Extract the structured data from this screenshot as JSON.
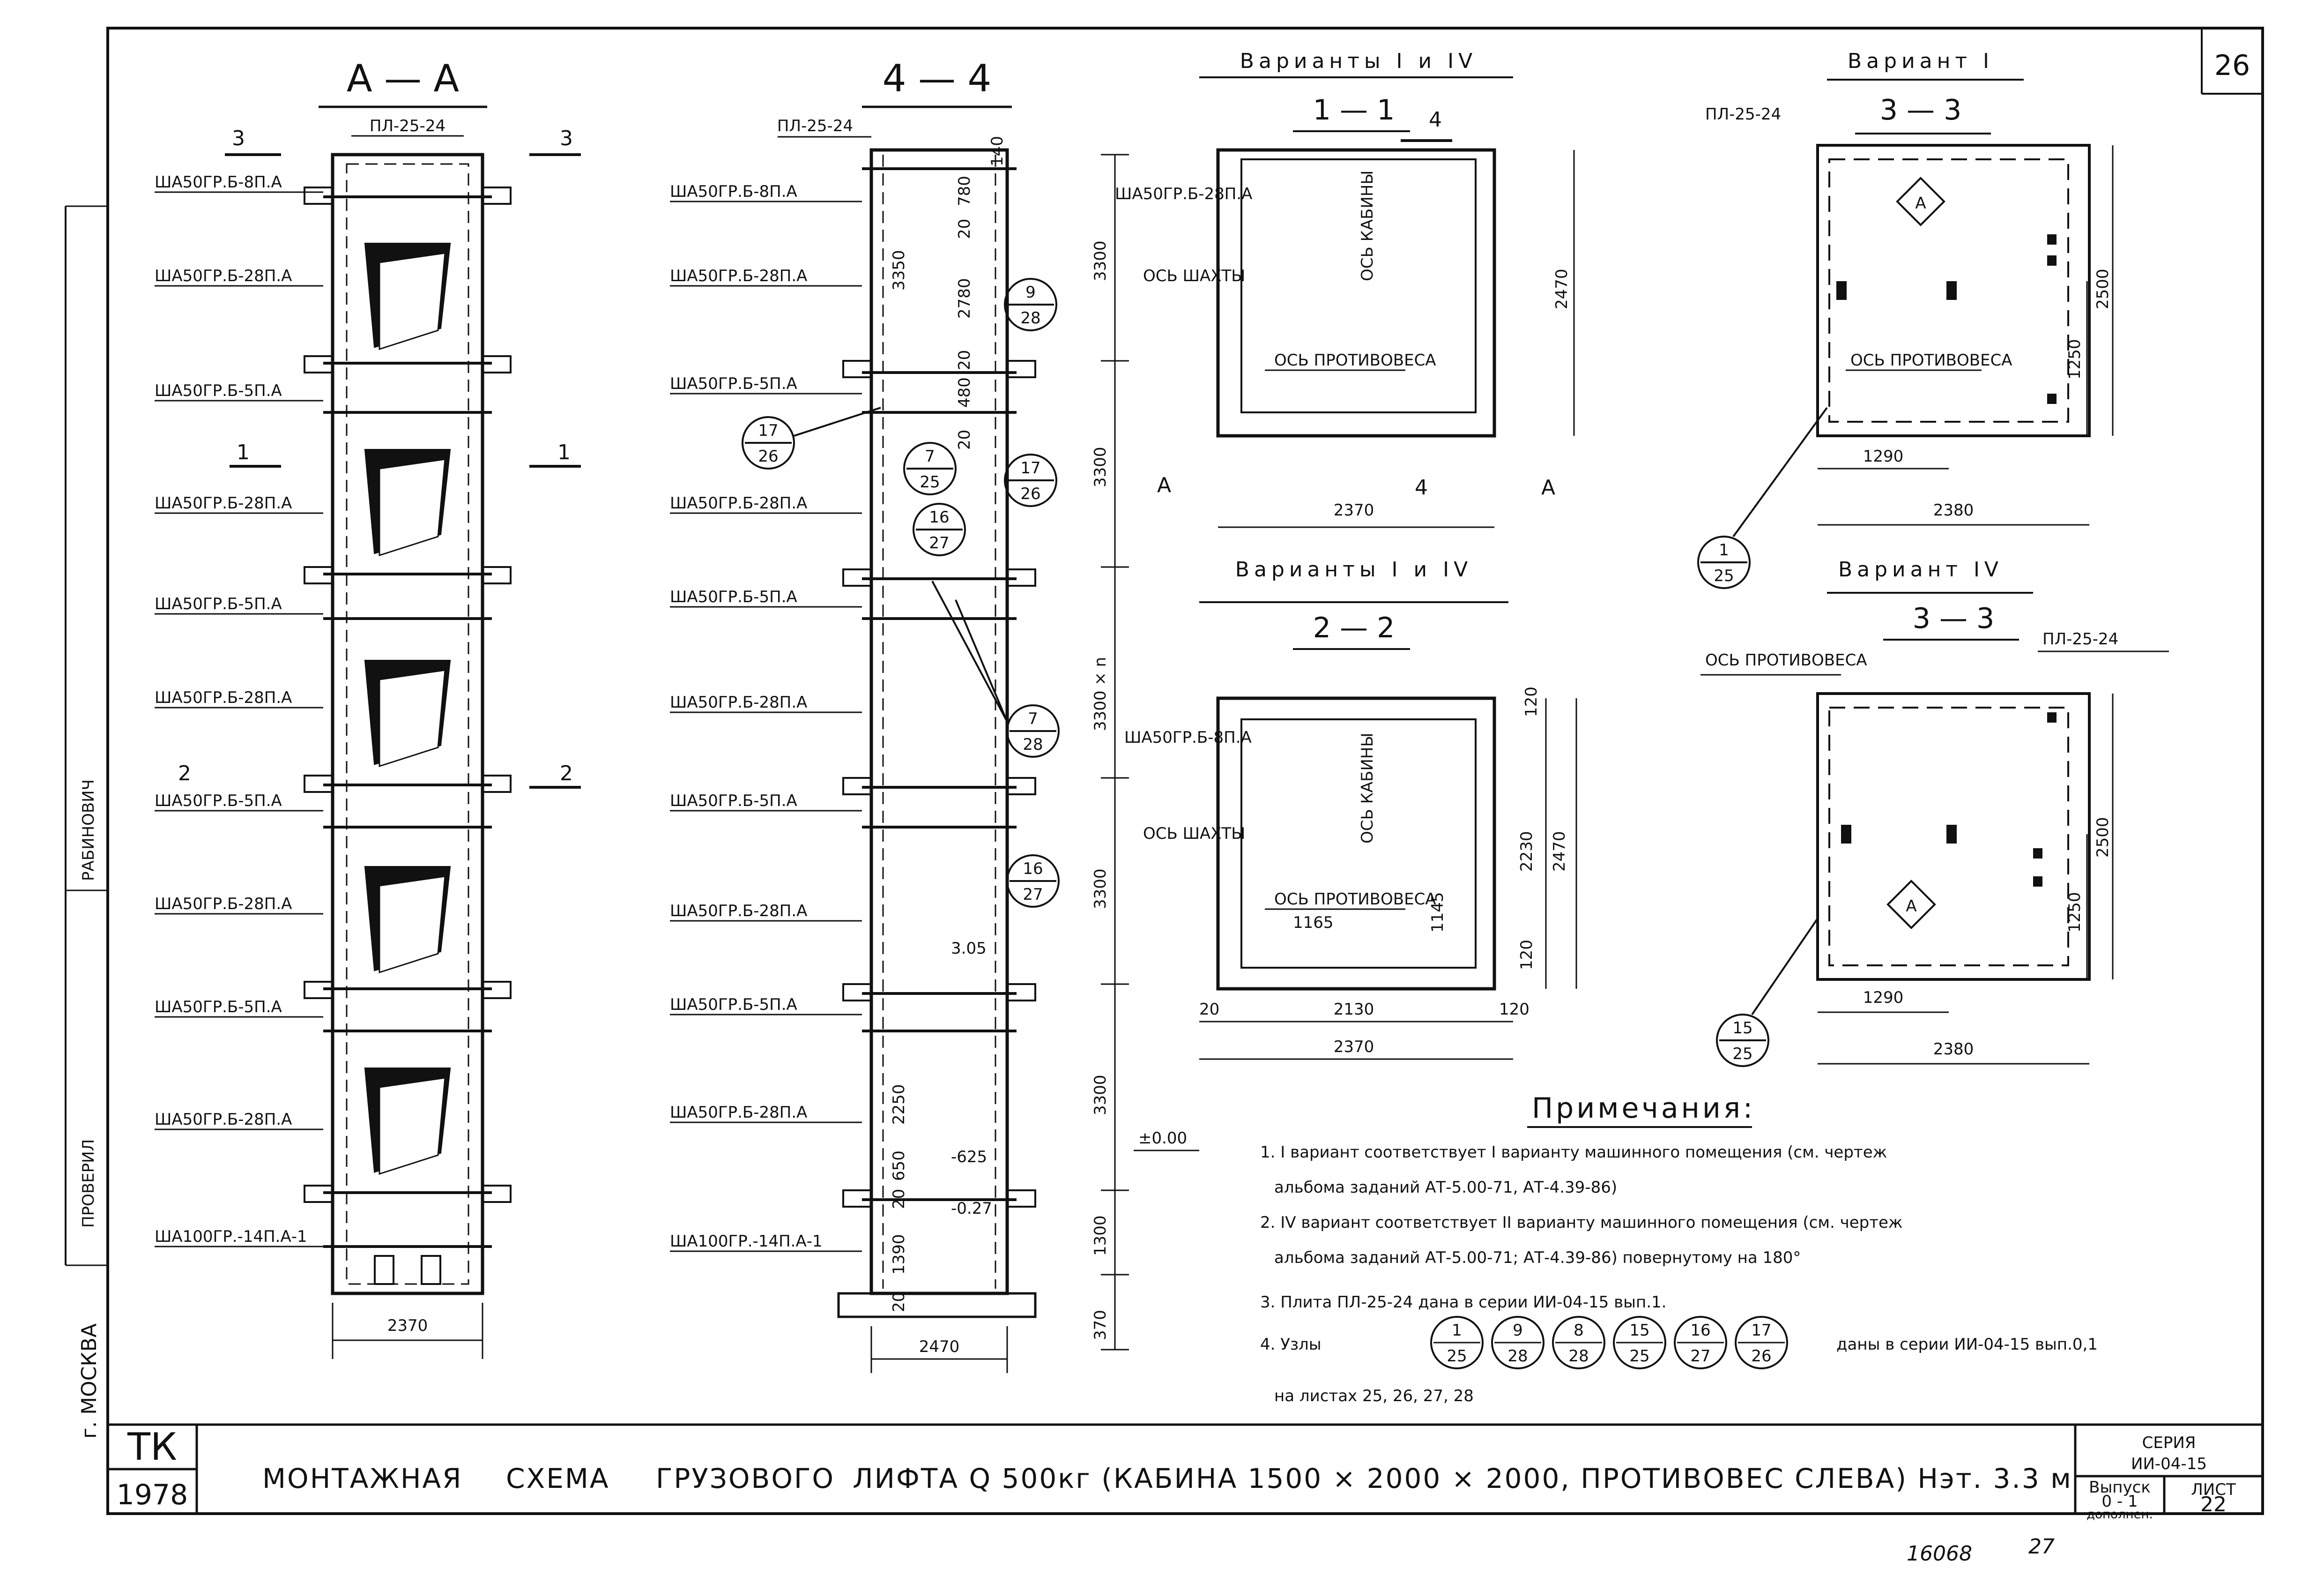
{
  "sheet": {
    "number_top_right": "26",
    "stamp_tk": "ТК",
    "stamp_year": "1978",
    "series_label": "СЕРИЯ",
    "series_value": "ИИ-04-15",
    "issue_label": "Выпуск",
    "issue_value": "0 - 1",
    "issue_note": "дополнен.",
    "sheet_label": "ЛИСТ",
    "sheet_value": "22",
    "bottom_number": "16068",
    "bottom_page": "27",
    "left_margin_city": "г. МОСКВА",
    "left_margin_a": "РАБИНОВИЧ",
    "left_margin_b": "ПРОВЕРИЛ"
  },
  "title": {
    "w1": "МОНТАЖНАЯ",
    "w2": "СХЕМА",
    "w3": "ГРУЗОВОГО",
    "w4": "ЛИФТА Q 500кг (КАБИНА 1500 × 2000 × 2000, ПРОТИВОВЕС СЛЕВА) Нэт. 3.3 м"
  },
  "section_aa": {
    "heading": "А — А",
    "top_slab": "ПЛ-25-24",
    "dim_bottom": "2370",
    "cut3_left": "3",
    "cut3_right": "3",
    "cut1_left": "1",
    "cut1_right": "1",
    "cut2_left": "2",
    "cut2_right": "2",
    "labels": [
      "ША50ГР.Б-8П.А",
      "ША50ГР.Б-28П.А",
      "ША50ГР.Б-5П.А",
      "ША50ГР.Б-28П.А",
      "ША50ГР.Б-5П.А",
      "ША50ГР.Б-28П.А",
      "ША50ГР.Б-5П.А",
      "ША50ГР.Б-28П.А",
      "ША50ГР.Б-5П.А",
      "ША50ГР.Б-28П.А",
      "ША100ГР.-14П.А-1"
    ]
  },
  "section_44": {
    "heading": "4 — 4",
    "top_slab": "ПЛ-25-24",
    "labels": [
      "ША50ГР.Б-8П.А",
      "ША50ГР.Б-28П.А",
      "ША50ГР.Б-5П.А",
      "ША50ГР.Б-28П.А",
      "ША50ГР.Б-5П.А",
      "ША50ГР.Б-28П.А",
      "ША50ГР.Б-5П.А",
      "ША50ГР.Б-28П.А",
      "ША50ГР.Б-5П.А",
      "ША50ГР.Б-28П.А",
      "ША100ГР.-14П.А-1"
    ],
    "dims_right": [
      "3300",
      "3300",
      "3300 × n",
      "3300",
      "3300",
      "1300",
      "370"
    ],
    "dims_inner": [
      "140",
      "780",
      "20",
      "3350",
      "2780",
      "20",
      "480",
      "20",
      "2250",
      "650",
      "20",
      "1390",
      "20"
    ],
    "level_mark": "±0.00",
    "mark_305": "3.05",
    "mark_m625": "-625",
    "mark_m027": "-0.27",
    "dim_bottom": "2470"
  },
  "nodes": {
    "n9_28": [
      "9",
      "28"
    ],
    "n17_26": [
      "17",
      "26"
    ],
    "n7_25": [
      "7",
      "25"
    ],
    "n16_27": [
      "16",
      "27"
    ],
    "n7_28": [
      "7",
      "28"
    ],
    "n1_25": [
      "1",
      "25"
    ],
    "n15_25": [
      "15",
      "25"
    ]
  },
  "plan_11": {
    "variant": "Варианты I и IV",
    "heading": "1 — 1",
    "cut_mark": "4",
    "beam": "ША50ГР.Б-28П.А",
    "axis_shaft": "ОСЬ ШАХТЫ",
    "axis_cabin": "ОСЬ КАБИНЫ",
    "axis_cw": "ОСЬ ПРОТИВОВЕСА",
    "dim_width": "2370",
    "dim_height": "2470",
    "mark_a": "А",
    "mark_a4": "А",
    "mark_4": "4"
  },
  "plan_22": {
    "variant": "Варианты I и IV",
    "heading": "2 — 2",
    "beam": "ША50ГР.Б-8П.А",
    "axis_shaft": "ОСЬ ШАХТЫ",
    "axis_cabin": "ОСЬ КАБИНЫ",
    "axis_cw": "ОСЬ ПРОТИВОВЕСА",
    "d_1165": "1165",
    "d_1145": "1145",
    "d_120a": "120",
    "d_2230": "2230",
    "d_2470": "2470",
    "d_120b": "120",
    "d_20": "20",
    "d_2130": "2130",
    "d_120c": "120",
    "d_2370": "2370"
  },
  "plan_33a": {
    "variant": "Вариант I",
    "heading": "3 — 3",
    "slab": "ПЛ-25-24",
    "axis_cw": "ОСЬ ПРОТИВОВЕСА",
    "marker": "А",
    "d_2500": "2500",
    "d_1250": "1250",
    "d_1290": "1290",
    "d_2380": "2380"
  },
  "plan_33b": {
    "variant": "Вариант IV",
    "heading": "3 — 3",
    "slab": "ПЛ-25-24",
    "axis_cw": "ОСЬ ПРОТИВОВЕСА",
    "marker": "А",
    "d_2500": "2500",
    "d_1250": "1250",
    "d_1290": "1290",
    "d_2380": "2380"
  },
  "notes": {
    "heading": "Примечания:",
    "n1a": "1. I вариант соответствует I варианту машинного помещения (см. чертеж",
    "n1b": "альбома заданий АТ-5.00-71, АТ-4.39-86)",
    "n2a": "2. IV вариант соответствует II варианту машинного помещения (см. чертеж",
    "n2b": "альбома заданий АТ-5.00-71; АТ-4.39-86) повернутому на 180°",
    "n3": "3. Плита ПЛ-25-24 дана в серии ИИ-04-15 вып.1.",
    "n4a": "4. Узлы",
    "n4b": "даны в серии ИИ-04-15 вып.0,1",
    "n4c": "на листах 25, 26, 27, 28",
    "node_list": [
      [
        "1",
        "25"
      ],
      [
        "9",
        "28"
      ],
      [
        "8",
        "28"
      ],
      [
        "15",
        "25"
      ],
      [
        "16",
        "27"
      ],
      [
        "17",
        "26"
      ]
    ]
  }
}
